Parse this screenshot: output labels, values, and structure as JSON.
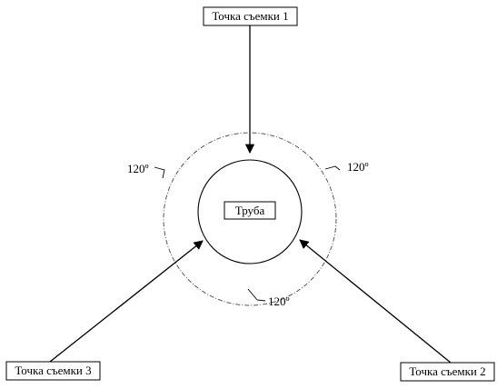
{
  "diagram": {
    "center_label": "Труба",
    "points": [
      {
        "id": "p1",
        "label": "Точка съемки 1"
      },
      {
        "id": "p2",
        "label": "Точка съемки 2"
      },
      {
        "id": "p3",
        "label": "Точка съемки 3"
      }
    ],
    "angle_labels": [
      "120º",
      "120º",
      "120º"
    ],
    "edges": [
      {
        "from": "p1",
        "to": "pipe"
      },
      {
        "from": "p2",
        "to": "pipe"
      },
      {
        "from": "p3",
        "to": "pipe"
      }
    ]
  }
}
